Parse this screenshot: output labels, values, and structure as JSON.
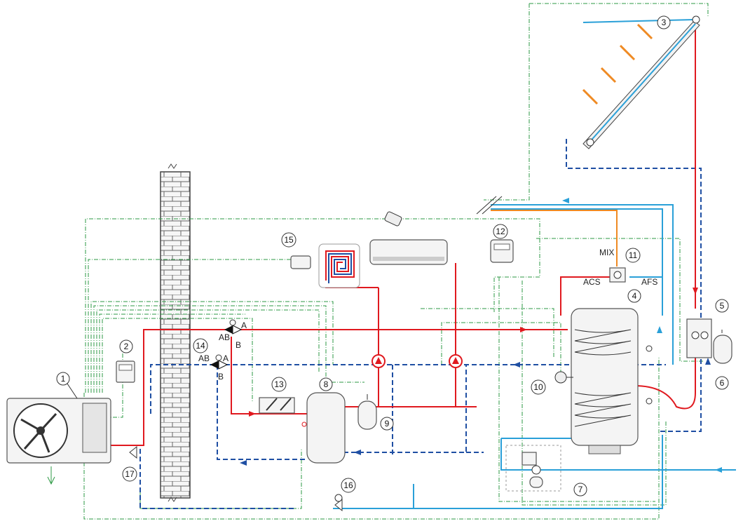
{
  "components": {
    "outdoor_unit": "1",
    "room_thermostat": "2",
    "solar_collector": "3",
    "dhw_tank": "4",
    "solar_station": "5",
    "solar_expansion": "6",
    "safety_group": "7",
    "buffer_tank": "8",
    "heating_expansion": "9",
    "electric_heater": "10",
    "mixing_valve": "11",
    "solar_controller": "12",
    "manifold_filter": "13",
    "three_way_valves": "14",
    "humidity_sensor": "15",
    "fill_valve": "16",
    "drain_valve": "17"
  },
  "labels": {
    "mix": "MIX",
    "acs": "ACS",
    "afs": "AFS",
    "valve1_ab": "AB",
    "valve1_a": "A",
    "valve1_b": "B",
    "valve2_ab": "AB",
    "valve2_a": "A",
    "valve2_b": "B"
  },
  "colors": {
    "hot": "#e0191f",
    "cold": "#1f4fa3",
    "water": "#2aa0d8",
    "control": "#2e9a45",
    "dhw": "#ef8a23"
  }
}
